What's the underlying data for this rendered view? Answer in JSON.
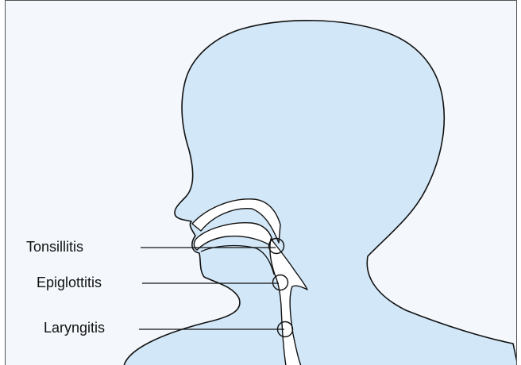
{
  "labels": {
    "tonsillitis": "Tonsillitis",
    "epiglottitis": "Epiglottitis",
    "laryngitis": "Laryngitis"
  },
  "colors": {
    "background": "#f4f8fc",
    "head_fill": "#d2e7f7",
    "outline": "#111111"
  }
}
